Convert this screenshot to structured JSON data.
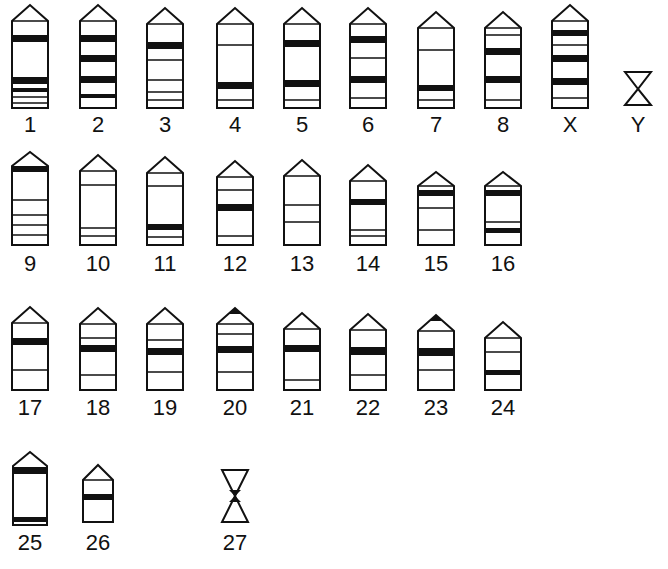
{
  "diagram": {
    "labels": [
      "1",
      "2",
      "3",
      "4",
      "5",
      "6",
      "7",
      "8",
      "X",
      "Y",
      "9",
      "10",
      "11",
      "12",
      "13",
      "14",
      "15",
      "16",
      "17",
      "18",
      "19",
      "20",
      "21",
      "22",
      "23",
      "24",
      "25",
      "26",
      "27"
    ]
  }
}
